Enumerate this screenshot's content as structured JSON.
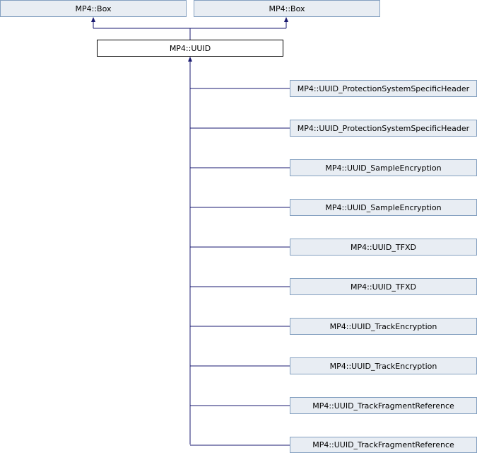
{
  "colors": {
    "edge": "#191970",
    "node_fill": "#e8edf3",
    "node_border": "#84a0c0",
    "focus_fill": "#ffffff",
    "focus_border": "#000000"
  },
  "base_classes": [
    {
      "label": "MP4::Box"
    },
    {
      "label": "MP4::Box"
    }
  ],
  "focus_class": {
    "label": "MP4::UUID"
  },
  "derived_classes": [
    {
      "label": "MP4::UUID_ProtectionSystemSpecificHeader"
    },
    {
      "label": "MP4::UUID_ProtectionSystemSpecificHeader"
    },
    {
      "label": "MP4::UUID_SampleEncryption"
    },
    {
      "label": "MP4::UUID_SampleEncryption"
    },
    {
      "label": "MP4::UUID_TFXD"
    },
    {
      "label": "MP4::UUID_TFXD"
    },
    {
      "label": "MP4::UUID_TrackEncryption"
    },
    {
      "label": "MP4::UUID_TrackEncryption"
    },
    {
      "label": "MP4::UUID_TrackFragmentReference"
    },
    {
      "label": "MP4::UUID_TrackFragmentReference"
    }
  ]
}
